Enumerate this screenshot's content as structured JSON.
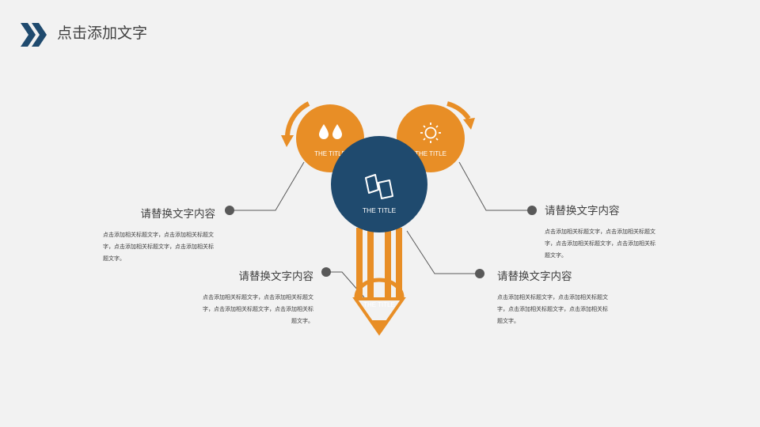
{
  "header": {
    "title": "点击添加文字",
    "icon": "double-chevron-right-icon"
  },
  "colors": {
    "orange": "#E88E26",
    "navy": "#1F4A6E",
    "text": "#404040",
    "connector": "#595959",
    "background": "#F2F2F2"
  },
  "circles": [
    {
      "label": "THE TITLE",
      "icon": "water-drops-icon",
      "color": "#E88E26"
    },
    {
      "label": "THE TITLE",
      "icon": "sun-icon",
      "color": "#E88E26"
    },
    {
      "label": "THE TITLE",
      "icon": "documents-icon",
      "color": "#1F4A6E"
    }
  ],
  "pencil": {
    "label": "THE TITLE",
    "icon": "pencil-icon",
    "color": "#E88E26"
  },
  "blocks": [
    {
      "heading": "请替换文字内容",
      "body": "点击添加相关标题文字，点击添加相关标题文字，点击添加相关标题文字，点击添加相关标题文字。"
    },
    {
      "heading": "请替换文字内容",
      "body": "点击添加相关标题文字，点击添加相关标题文字，点击添加相关标题文字，点击添加相关标题文字。"
    },
    {
      "heading": "请替换文字内容",
      "body": "点击添加相关标题文字，点击添加相关标题文字，点击添加相关标题文字，点击添加相关标题文字。"
    },
    {
      "heading": "请替换文字内容",
      "body": "点击添加相关标题文字，点击添加相关标题文字，点击添加相关标题文字，点击添加相关标题文字。"
    }
  ]
}
